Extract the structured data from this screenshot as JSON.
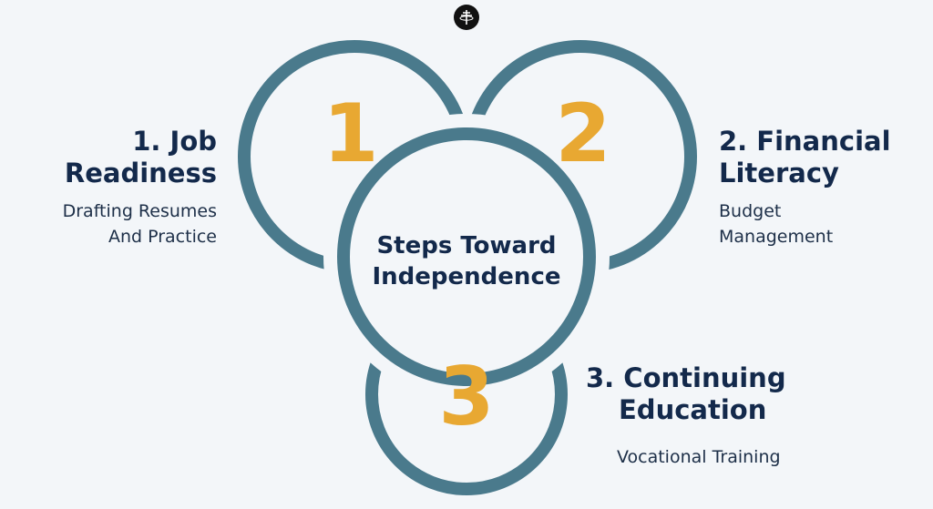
{
  "center": {
    "line1": "Steps Toward",
    "line2": "Independence"
  },
  "numbers": [
    "1",
    "2",
    "3"
  ],
  "steps": [
    {
      "title_line1": "1. Job",
      "title_line2": "Readiness",
      "desc_line1": "Drafting Resumes",
      "desc_line2": "And Practice"
    },
    {
      "title_line1": "2. Financial",
      "title_line2": "Literacy",
      "desc_line1": "Budget",
      "desc_line2": "Management"
    },
    {
      "title_line1": "3. Continuing",
      "title_line2": "Education",
      "desc_line1": "Vocational Training"
    }
  ],
  "colors": {
    "ring": "#4a7a8c",
    "number": "#e8a832",
    "text": "#13294b",
    "background": "#f3f6f9"
  },
  "logo": {
    "icon": "logo-badge-icon"
  }
}
